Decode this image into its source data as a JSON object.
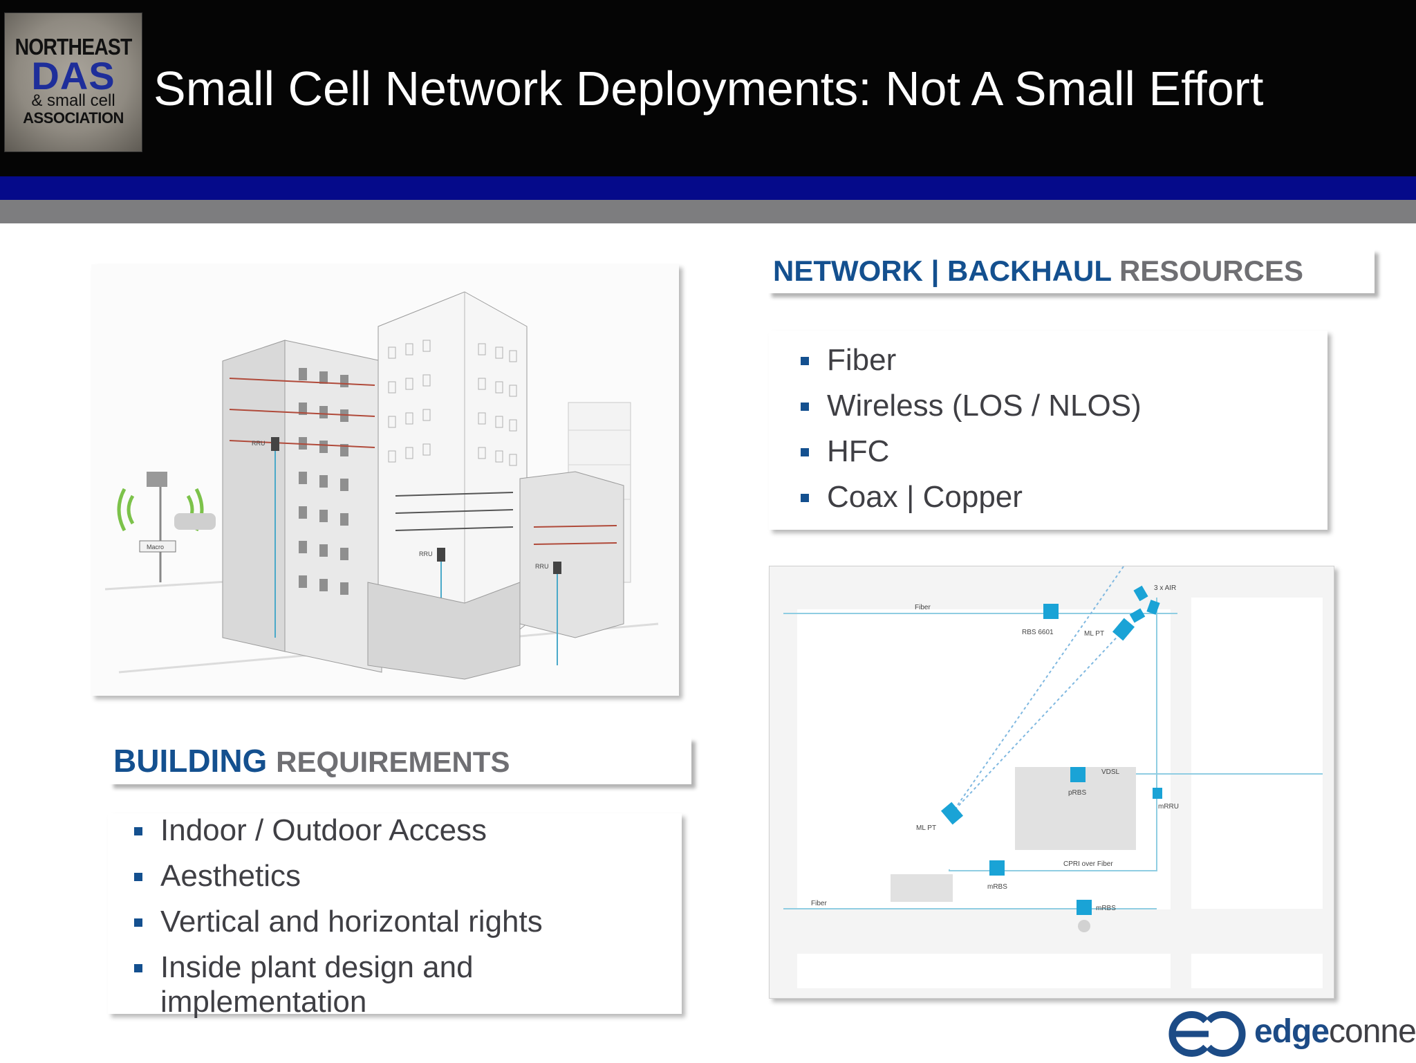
{
  "header": {
    "logo": {
      "line1": "NORTHEAST",
      "line2": "DAS",
      "line3": "& small cell",
      "line4": "ASSOCIATION"
    },
    "title": "Small Cell Network Deployments: Not A Small Effort"
  },
  "network_heading": {
    "part1": "NETWORK  | BACKHAUL",
    "part2": "RESOURCES"
  },
  "network_items": [
    "Fiber",
    "Wireless (LOS / NLOS)",
    "HFC",
    "Coax | Copper"
  ],
  "building_heading": {
    "part1": "BUILDING",
    "part2": "REQUIREMENTS"
  },
  "building_items": [
    "Indoor / Outdoor Access",
    "Aesthetics",
    "Vertical and horizontal rights",
    "Inside plant design and implementation"
  ],
  "diagram_labels": {
    "fiber_top": "Fiber",
    "rbs": "RBS 6601",
    "ml_pt_top": "ML PT",
    "air": "3 x AIR",
    "vdsl": "VDSL",
    "prbs": "pRBS",
    "mrru": "mRRU",
    "ml_pt_bottom": "ML PT",
    "cpri": "CPRI over Fiber",
    "mrbs_mid": "mRBS",
    "fiber_bottom": "Fiber",
    "mrbs_bottom": "mRBS"
  },
  "illustration_labels": {
    "rru_a": "RRU",
    "rru_b": "RRU",
    "rru_c": "RRU",
    "macro": "Macro"
  },
  "brand": {
    "edge": "edge",
    "connex": "connex"
  },
  "colors": {
    "accent_blue": "#14508f",
    "header_bar": "#050a8a",
    "node_cyan": "#1aa3d6"
  }
}
